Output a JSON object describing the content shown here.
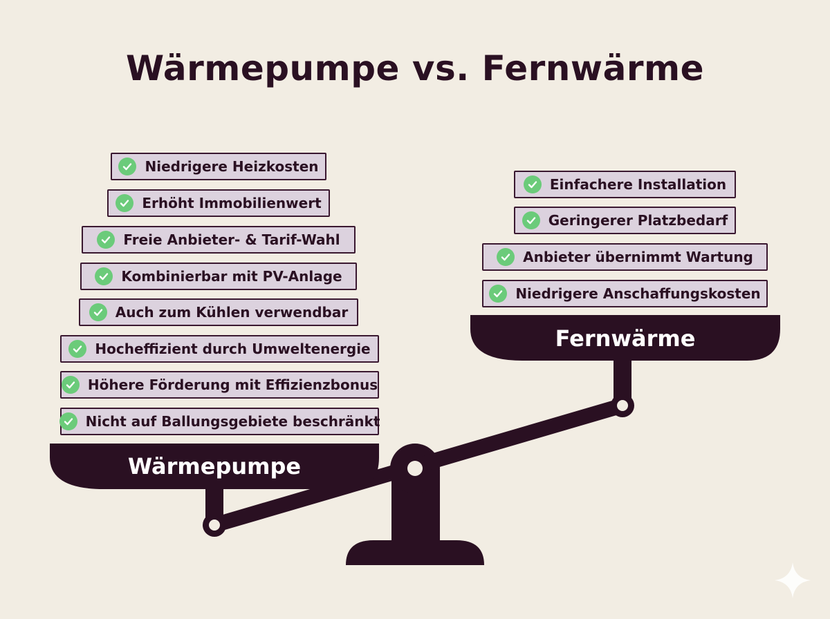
{
  "title": "Wärmepumpe vs. Fernwärme",
  "colors": {
    "background": "#f2ede3",
    "scale": "#2a1022",
    "item_fill": "#dcd2de",
    "item_border": "#3a1830",
    "check": "#6bcb7a",
    "pan_text": "#ffffff"
  },
  "left": {
    "label": "Wärmepumpe",
    "items": [
      "Niedrigere Heizkosten",
      "Erhöht Immobilienwert",
      "Freie Anbieter- & Tarif-Wahl",
      "Kombinierbar mit PV-Anlage",
      "Auch zum Kühlen verwendbar",
      "Hocheffizient durch Umweltenergie",
      "Höhere Förderung mit Effizienzbonus",
      "Nicht auf Ballungsgebiete beschränkt"
    ]
  },
  "right": {
    "label": "Fernwärme",
    "items": [
      "Einfachere Installation",
      "Geringerer Platzbedarf",
      "Anbieter übernimmt Wartung",
      "Niedrigere Anschaffungskosten"
    ]
  },
  "icons": {
    "item_icon": "check-circle-icon",
    "corner_icon": "sparkle-icon"
  }
}
